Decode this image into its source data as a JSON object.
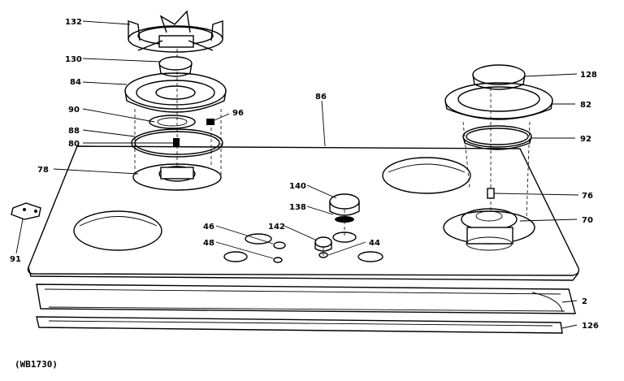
{
  "diagram": {
    "caption": "(WB1730)",
    "callouts": {
      "c132": "132",
      "c130": "130",
      "c84": "84",
      "c90": "90",
      "c96": "96",
      "c88": "88",
      "c80": "80",
      "c78": "78",
      "c86": "86",
      "c128": "128",
      "c82": "82",
      "c92": "92",
      "c140": "140",
      "c138": "138",
      "c76": "76",
      "c70": "70",
      "c46": "46",
      "c142": "142",
      "c48": "48",
      "c44": "44",
      "c91": "91",
      "c2": "2",
      "c126": "126"
    }
  }
}
